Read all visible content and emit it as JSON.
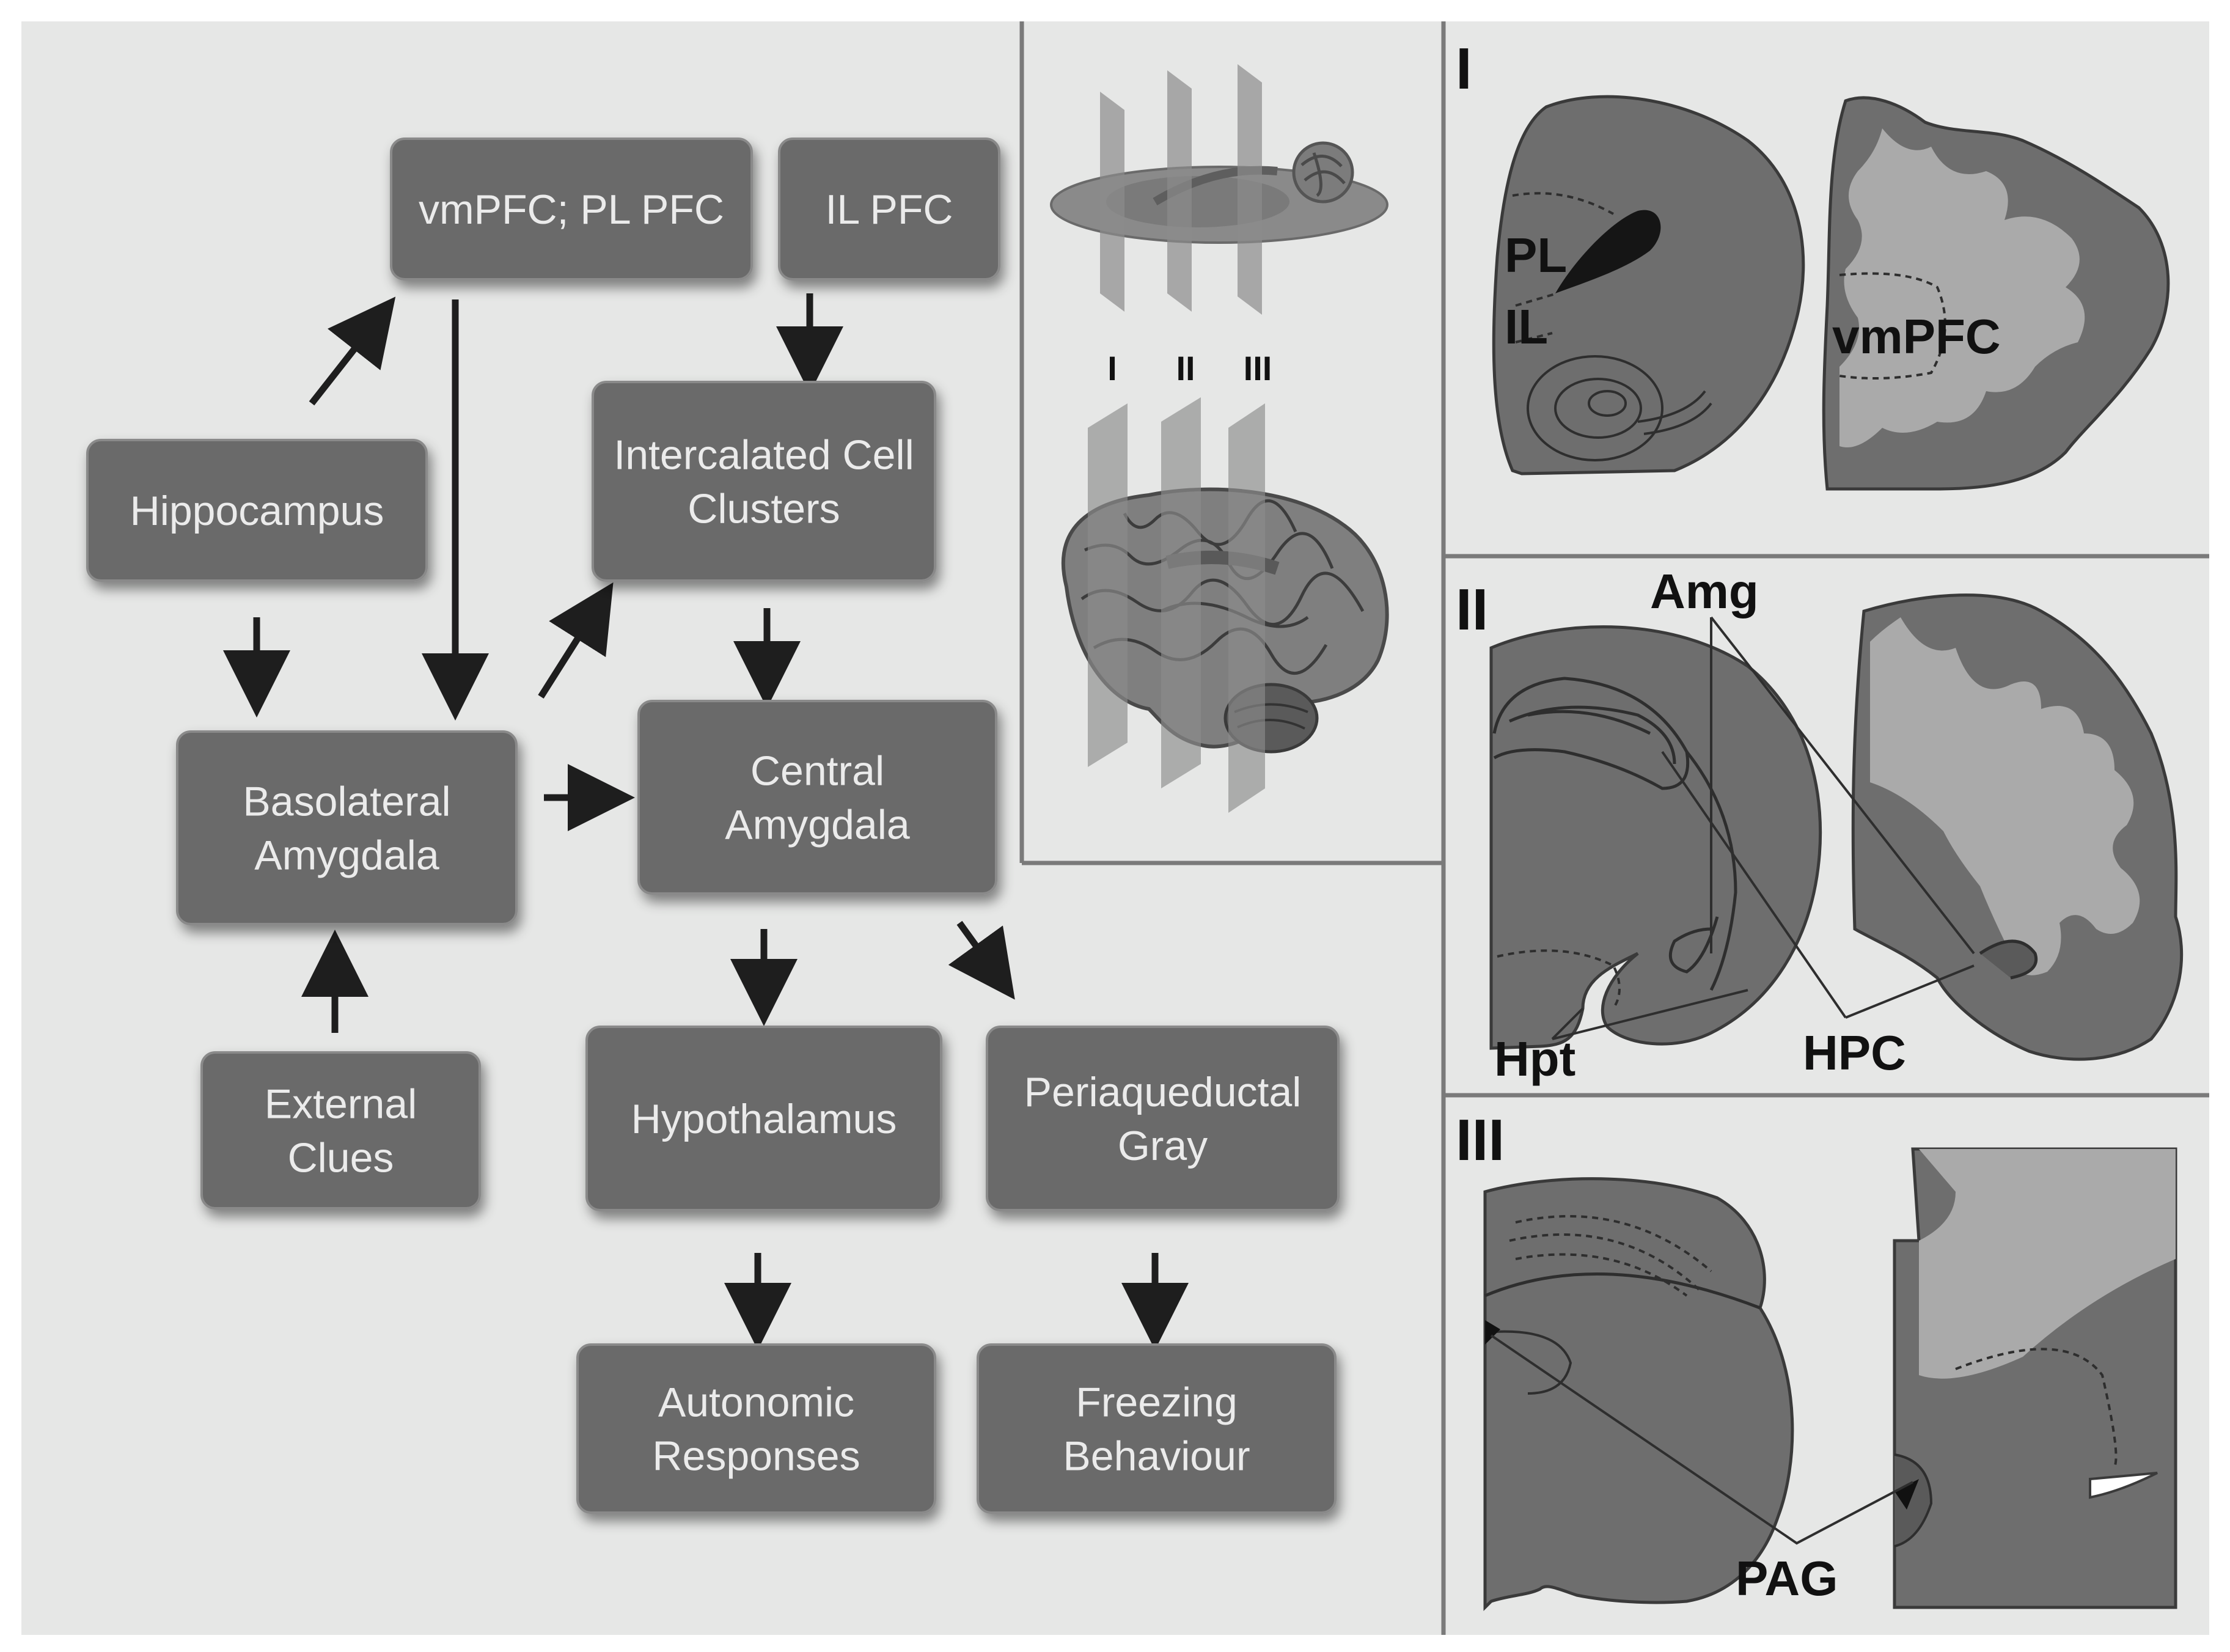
{
  "colors": {
    "background": "#e6e7e6",
    "box_fill": "#6b6b6b",
    "box_text": "#ebebeb",
    "arrow": "#1e1e1e",
    "tissue": "#6e6e6e",
    "white_matter": "#aaaaaa",
    "divider": "#7a7a7a"
  },
  "flowchart": {
    "nodes": {
      "vmpfc_pl": [
        "vmPFC; PL PFC"
      ],
      "il_pfc": [
        "IL PFC"
      ],
      "hippocampus": [
        "Hippocampus"
      ],
      "intercalated": [
        "Intercalated Cell",
        "Clusters"
      ],
      "basolateral": [
        "Basolateral",
        "Amygdala"
      ],
      "central": [
        "Central",
        "Amygdala"
      ],
      "external": [
        "External",
        "Clues"
      ],
      "hypothalamus": [
        "Hypothalamus"
      ],
      "pag": [
        "Periaqueductal",
        "Gray"
      ],
      "autonomic": [
        "Autonomic",
        "Responses"
      ],
      "freezing": [
        "Freezing",
        "Behaviour"
      ]
    },
    "edges": [
      [
        "hippocampus",
        "vmpfc_pl"
      ],
      [
        "hippocampus",
        "basolateral"
      ],
      [
        "vmpfc_pl",
        "basolateral"
      ],
      [
        "il_pfc",
        "intercalated"
      ],
      [
        "basolateral",
        "intercalated"
      ],
      [
        "intercalated",
        "central"
      ],
      [
        "basolateral",
        "central"
      ],
      [
        "external",
        "basolateral"
      ],
      [
        "central",
        "hypothalamus"
      ],
      [
        "central",
        "pag"
      ],
      [
        "hypothalamus",
        "autonomic"
      ],
      [
        "pag",
        "freezing"
      ]
    ]
  },
  "section_planes": {
    "plane_labels": [
      "I",
      "II",
      "III"
    ]
  },
  "panels": {
    "panel_1": {
      "numeral": "I",
      "labels": {
        "pl": "PL",
        "il": "IL",
        "vmpfc": "vmPFC"
      }
    },
    "panel_2": {
      "numeral": "II",
      "labels": {
        "amg": "Amg",
        "hpt": "Hpt",
        "hpc": "HPC"
      }
    },
    "panel_3": {
      "numeral": "III",
      "labels": {
        "pag": "PAG"
      }
    }
  }
}
